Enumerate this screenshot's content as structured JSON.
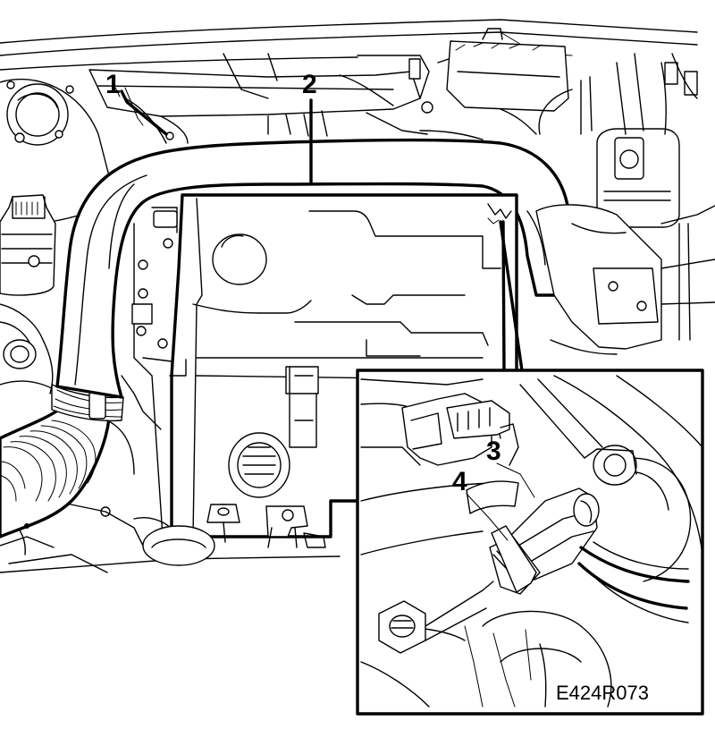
{
  "figure_code": "E424R073",
  "callouts": {
    "c1": "1",
    "c2": "2",
    "c3": "3",
    "c4": "4"
  },
  "colors": {
    "line": "#000000",
    "background": "#ffffff"
  }
}
